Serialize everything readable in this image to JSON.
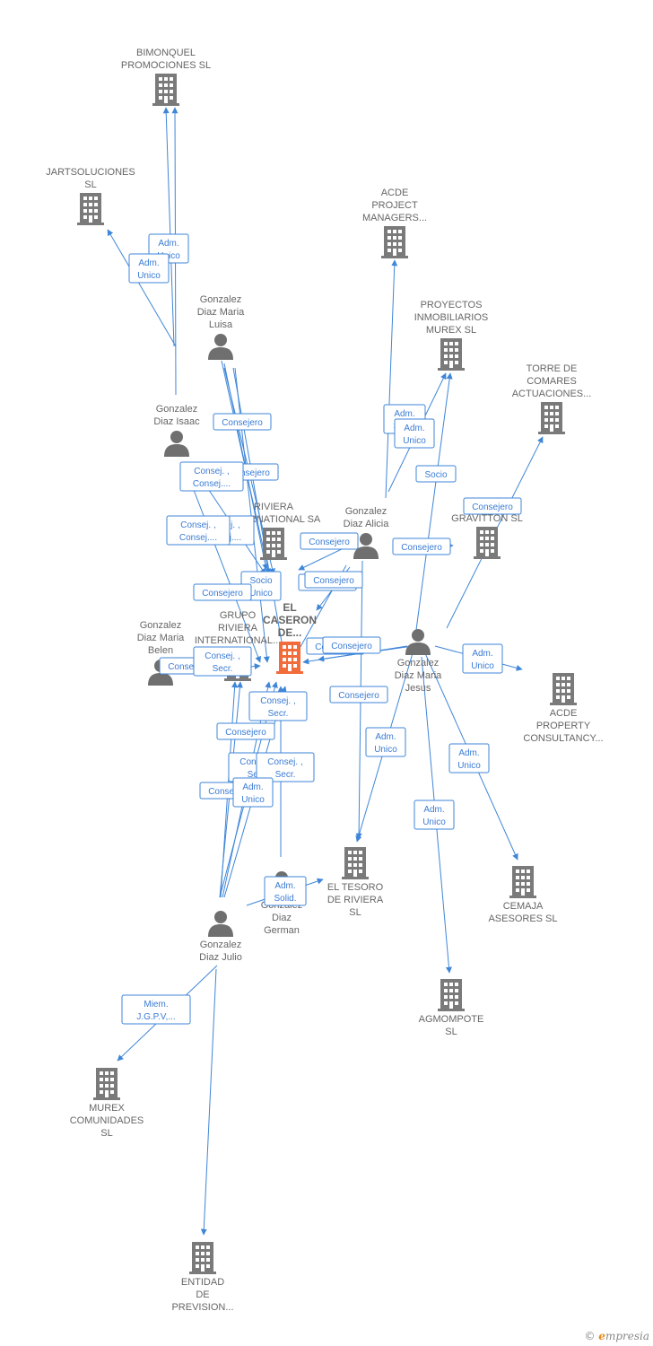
{
  "colors": {
    "company": "#7a7a7a",
    "person": "#6f6f6f",
    "focus": "#f26b3a",
    "edge": "#3f86d8",
    "label": "#666666"
  },
  "nodes": [
    {
      "id": "bimonquel",
      "kind": "company",
      "label": [
        "BIMONQUEL",
        "PROMOCIONES SL"
      ]
    },
    {
      "id": "jartsoluciones",
      "kind": "company",
      "label": [
        "JARTSOLUCIONES",
        "SL"
      ]
    },
    {
      "id": "acde_project",
      "kind": "company",
      "label": [
        "ACDE",
        "PROJECT",
        "MANAGERS..."
      ]
    },
    {
      "id": "proyectos_murex",
      "kind": "company",
      "label": [
        "PROYECTOS",
        "INMOBILIARIOS",
        "MUREX SL"
      ]
    },
    {
      "id": "torre_comares",
      "kind": "company",
      "label": [
        "TORRE DE",
        "COMARES",
        "ACTUACIONES..."
      ]
    },
    {
      "id": "gravitton",
      "kind": "company",
      "label": [
        "GRAVITTON SL"
      ]
    },
    {
      "id": "riviera_intl",
      "kind": "company",
      "label": [
        "RIVIERA",
        "INTERNATIONAL SA"
      ]
    },
    {
      "id": "grupo_riviera",
      "kind": "company",
      "label": [
        "GRUPO",
        "RIVIERA",
        "INTERNATIONAL..."
      ]
    },
    {
      "id": "el_caseron",
      "kind": "focus",
      "label": [
        "EL",
        "CASERON",
        "DE..."
      ]
    },
    {
      "id": "acde_property",
      "kind": "company",
      "label": [
        "ACDE",
        "PROPERTY",
        "CONSULTANCY..."
      ]
    },
    {
      "id": "el_tesoro",
      "kind": "company",
      "label": [
        "EL TESORO",
        "DE RIVIERA",
        "SL"
      ]
    },
    {
      "id": "cemaja",
      "kind": "company",
      "label": [
        "CEMAJA",
        "ASESORES  SL"
      ]
    },
    {
      "id": "agmompote",
      "kind": "company",
      "label": [
        "AGMOMPOTE",
        "SL"
      ]
    },
    {
      "id": "murex_comunidades",
      "kind": "company",
      "label": [
        "MUREX",
        "COMUNIDADES",
        "SL"
      ]
    },
    {
      "id": "entidad_prevision",
      "kind": "company",
      "label": [
        "ENTIDAD",
        "DE",
        "PREVISION..."
      ]
    },
    {
      "id": "p_maria_luisa",
      "kind": "person",
      "label": [
        "Gonzalez",
        "Diaz Maria",
        "Luisa"
      ]
    },
    {
      "id": "p_isaac",
      "kind": "person",
      "label": [
        "Gonzalez",
        "Diaz Isaac"
      ]
    },
    {
      "id": "p_alicia",
      "kind": "person",
      "label": [
        "Gonzalez",
        "Diaz Alicia"
      ]
    },
    {
      "id": "p_maria_jesus",
      "kind": "person",
      "label": [
        "Gonzalez",
        "Diaz Maria",
        "Jesus"
      ]
    },
    {
      "id": "p_maria_belen",
      "kind": "person",
      "label": [
        "Gonzalez",
        "Diaz Maria",
        "Belen"
      ]
    },
    {
      "id": "p_german",
      "kind": "person",
      "label": [
        "Gonzalez",
        "Diaz",
        "German"
      ]
    },
    {
      "id": "p_julio",
      "kind": "person",
      "label": [
        "Gonzalez",
        "Diaz Julio"
      ]
    }
  ],
  "relations": [
    {
      "id": "r1",
      "label": [
        "Adm.",
        "Unico"
      ]
    },
    {
      "id": "r2",
      "label": [
        "Adm.",
        "Unico"
      ]
    },
    {
      "id": "r3",
      "label": [
        "Consejero"
      ]
    },
    {
      "id": "r4",
      "label": [
        "Consejero"
      ]
    },
    {
      "id": "r5",
      "label": [
        "Consej. ,",
        "Consej...."
      ]
    },
    {
      "id": "r6",
      "label": [
        "Consej. ,",
        "Consej...."
      ]
    },
    {
      "id": "r7",
      "label": [
        "Consej. ,",
        "Consej...."
      ]
    },
    {
      "id": "r8",
      "label": [
        "Consejero"
      ]
    },
    {
      "id": "r9",
      "label": [
        "Socio",
        "Unico"
      ]
    },
    {
      "id": "r10",
      "label": [
        "Consejero"
      ]
    },
    {
      "id": "r11",
      "label": [
        "Consejero"
      ]
    },
    {
      "id": "r12",
      "label": [
        "Consejero"
      ]
    },
    {
      "id": "r13",
      "label": [
        "Consejero"
      ]
    },
    {
      "id": "r14",
      "label": [
        "Consejero"
      ]
    },
    {
      "id": "r15",
      "label": [
        "Consejero"
      ]
    },
    {
      "id": "r16",
      "label": [
        "Consej. ,",
        "Secr."
      ]
    },
    {
      "id": "r17",
      "label": [
        "Consejero"
      ]
    },
    {
      "id": "r18",
      "label": [
        "Consej. ,",
        "Secr."
      ]
    },
    {
      "id": "r19",
      "label": [
        "Consej. ,",
        "Secr."
      ]
    },
    {
      "id": "r20",
      "label": [
        "Consejero"
      ]
    },
    {
      "id": "r21",
      "label": [
        "Consej. ,",
        "Secr."
      ]
    },
    {
      "id": "r22",
      "label": [
        "Adm.",
        "Unico"
      ]
    },
    {
      "id": "r23",
      "label": [
        "Adm.",
        "Solid."
      ]
    },
    {
      "id": "r24",
      "label": [
        "Adm.",
        "Solid."
      ]
    },
    {
      "id": "r25",
      "label": [
        "Adm.",
        "Unico"
      ]
    },
    {
      "id": "r26",
      "label": [
        "Socio"
      ]
    },
    {
      "id": "r27",
      "label": [
        "Consejero"
      ]
    },
    {
      "id": "r28",
      "label": [
        "Consejero"
      ]
    },
    {
      "id": "r29",
      "label": [
        "Consejero"
      ]
    },
    {
      "id": "r30",
      "label": [
        "Adm.",
        "Unico"
      ]
    },
    {
      "id": "r31",
      "label": [
        "Adm.",
        "Unico"
      ]
    },
    {
      "id": "r32",
      "label": [
        "Adm.",
        "Unico"
      ]
    },
    {
      "id": "r33",
      "label": [
        "Adm.",
        "Unico"
      ]
    },
    {
      "id": "r34",
      "label": [
        "Miem.",
        "J.G.P.V,..."
      ]
    }
  ],
  "watermark": {
    "copyright": "©",
    "brand_initial": "e",
    "brand_rest": "mpresia"
  }
}
